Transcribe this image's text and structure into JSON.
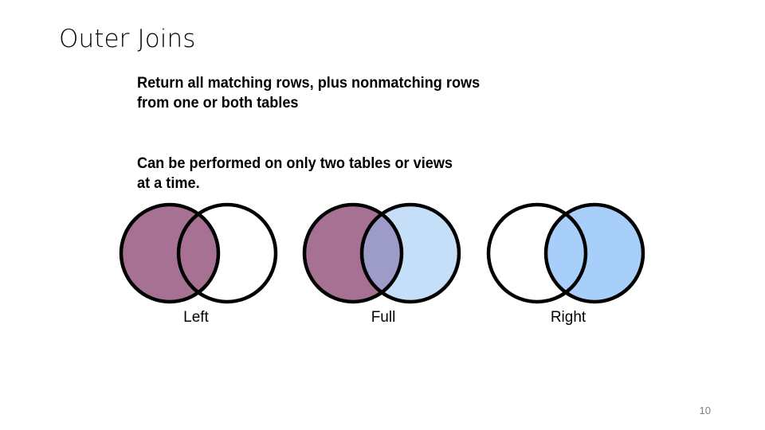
{
  "slide": {
    "title": "Outer Joins",
    "page_number": "10",
    "background_color": "#FFFFFF"
  },
  "body": {
    "paragraphs": [
      "Return all matching rows, plus nonmatching rows\nfrom one or both tables",
      "Can be performed on only two tables or views\nat a time."
    ]
  },
  "diagrams": {
    "colors": {
      "mauve": "#A77193",
      "light_blue": "#C6DFF9",
      "blue": "#A8CFFA",
      "overlap_purple": "#9D9CC9",
      "outline": "#000000",
      "empty": "#FFFFFF"
    },
    "items": [
      {
        "label": "Left",
        "join_type": "left-outer-join",
        "left_circle_fill": "#A77193",
        "right_circle_fill": "#FFFFFF",
        "overlap_fill": "#A77193"
      },
      {
        "label": "Full",
        "join_type": "full-outer-join",
        "left_circle_fill": "#A77193",
        "right_circle_fill": "#C6DFF9",
        "overlap_fill": "#9D9CC9"
      },
      {
        "label": "Right",
        "join_type": "right-outer-join",
        "left_circle_fill": "#FFFFFF",
        "right_circle_fill": "#A8CFFA",
        "overlap_fill": "#A8CFFA"
      }
    ]
  }
}
